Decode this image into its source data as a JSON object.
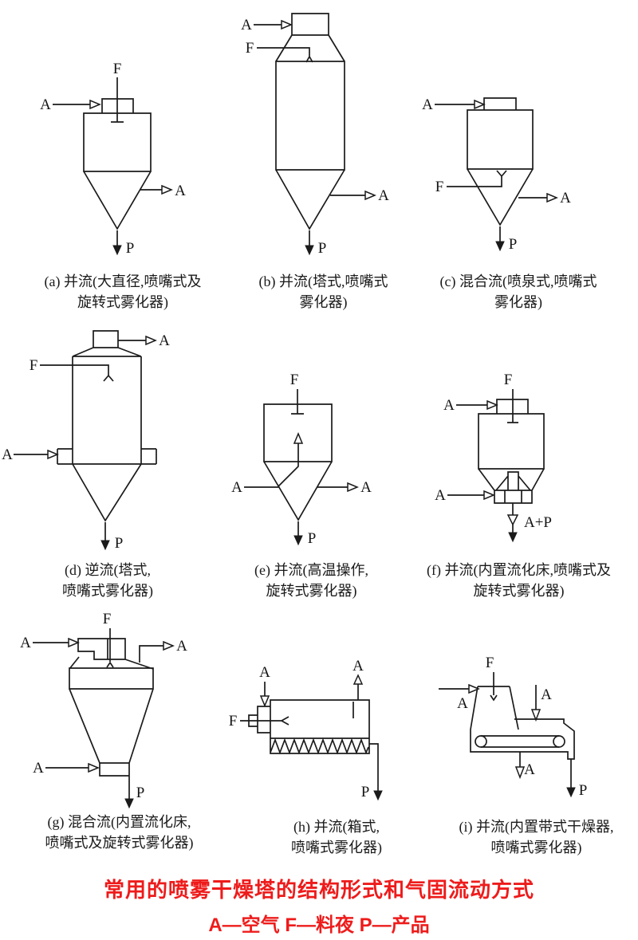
{
  "legend_labels": {
    "air": "A",
    "feed": "F",
    "product": "P",
    "air_plus_product": "A+P"
  },
  "title": {
    "line1": "常用的喷雾干燥塔的结构形式和气固流动方式",
    "line2": "A—空气 F—料夜 P—产品",
    "color": "#ee1b1b"
  },
  "diagrams": [
    {
      "key": "a",
      "caption_line1": "(a) 并流(大直径,喷嘴式及",
      "caption_line2": "旋转式雾化器)"
    },
    {
      "key": "b",
      "caption_line1": "(b) 并流(塔式,喷嘴式",
      "caption_line2": "雾化器)"
    },
    {
      "key": "c",
      "caption_line1": "(c) 混合流(喷泉式,喷嘴式",
      "caption_line2": "雾化器)"
    },
    {
      "key": "d",
      "caption_line1": "(d) 逆流(塔式,",
      "caption_line2": "喷嘴式雾化器)"
    },
    {
      "key": "e",
      "caption_line1": "(e) 并流(高温操作,",
      "caption_line2": "旋转式雾化器)"
    },
    {
      "key": "f",
      "caption_line1": "(f) 并流(内置流化床,喷嘴式及",
      "caption_line2": "旋转式雾化器)"
    },
    {
      "key": "g",
      "caption_line1": "(g) 混合流(内置流化床,",
      "caption_line2": "喷嘴式及旋转式雾化器)"
    },
    {
      "key": "h",
      "caption_line1": "(h) 并流(箱式,",
      "caption_line2": "喷嘴式雾化器)"
    },
    {
      "key": "i",
      "caption_line1": "(i) 并流(内置带式干燥器,",
      "caption_line2": "喷嘴式雾化器)"
    }
  ]
}
